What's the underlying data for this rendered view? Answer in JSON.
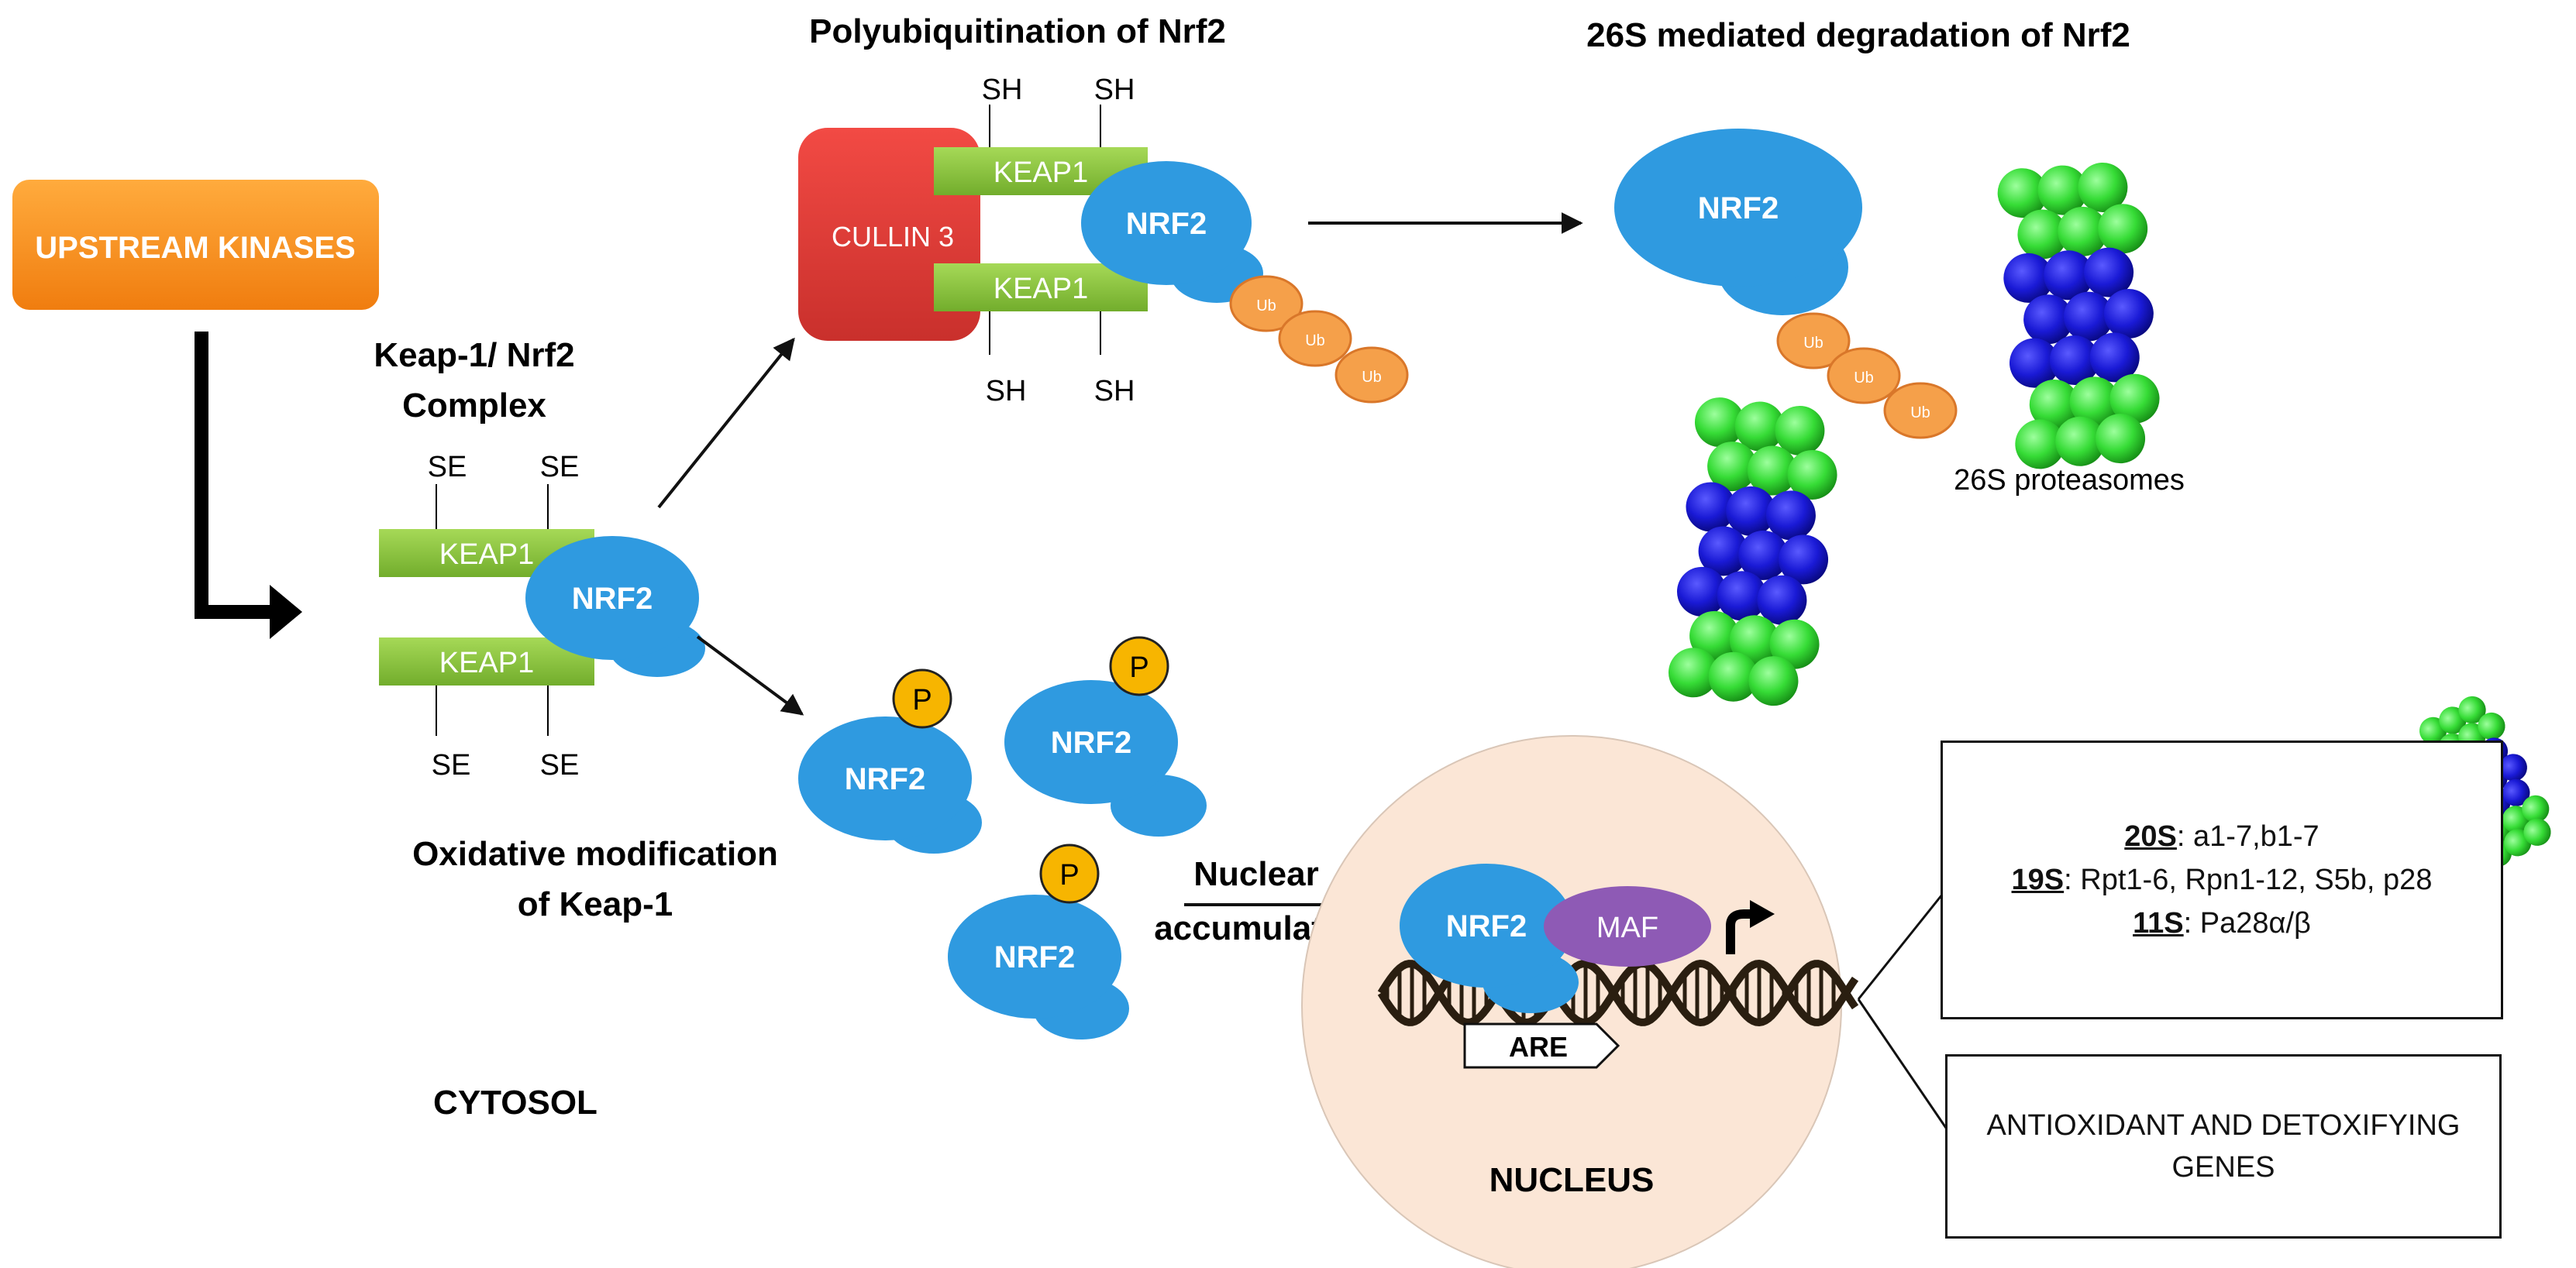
{
  "upstream_kinases": "UPSTREAM KINASES",
  "complex_title_line1": "Keap-1/ Nrf2",
  "complex_title_line2": "Complex",
  "oxidative_title_line1": "Oxidative modification",
  "oxidative_title_line2": "of Keap-1",
  "cytosol": "CYTOSOL",
  "polyubiquitination_title": "Polyubiquitination of Nrf2",
  "degradation_title": "26S mediated degradation of Nrf2",
  "proteasomes_label": "26S proteasomes",
  "nuclear_accumulation_line1": "Nuclear",
  "nuclear_accumulation_line2": "accumulation",
  "nucleus": "NUCLEUS",
  "keap1": "KEAP1",
  "nrf2": "NRF2",
  "cullin3": "CULLIN 3",
  "ub": "Ub",
  "se": "SE",
  "sh": "SH",
  "p": "P",
  "maf": "MAF",
  "are": "ARE",
  "subunits": [
    {
      "name": "20S",
      "desc": ": a1-7,b1-7"
    },
    {
      "name": "19S",
      "desc": ": Rpt1-6, Rpn1-12, S5b, p28"
    },
    {
      "name": "11S",
      "desc": ": Pa28α/β"
    }
  ],
  "genes_box": "ANTIOXIDANT AND DETOXIFYING GENES",
  "colors": {
    "orange": "#f7931e",
    "keap_green": "#8cc63f",
    "nrf2_blue": "#2f9ae0",
    "cullin_red": "#e8403b",
    "ub_orange": "#f5a04a",
    "p_yellow": "#f7b500",
    "maf_purple": "#8e5ab5",
    "nucleus_fill": "#fbe6d6",
    "proteasome_green": "#33d633",
    "proteasome_blue": "#1515c8"
  }
}
